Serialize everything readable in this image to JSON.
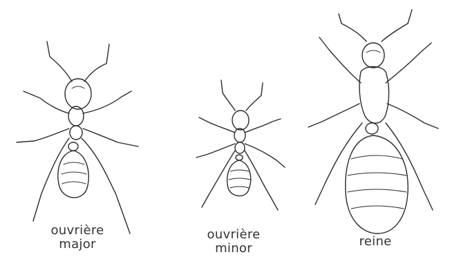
{
  "figures": [
    {
      "id": "ant-worker-major",
      "caption_lines": [
        "ouvrière",
        "major"
      ]
    },
    {
      "id": "ant-worker-minor",
      "caption_lines": [
        "ouvrière",
        "minor"
      ]
    },
    {
      "id": "ant-queen",
      "caption_lines": [
        "reine"
      ]
    }
  ],
  "colors": {
    "ink": "#2a2a2a",
    "background": "#ffffff"
  }
}
